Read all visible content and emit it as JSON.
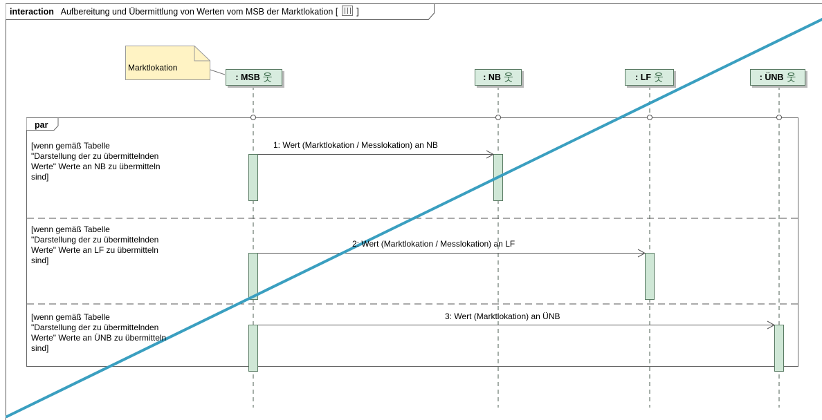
{
  "frame": {
    "keyword": "interaction",
    "title": "Aufbereitung und Übermittlung von Werten vom MSB der Marktlokation",
    "bracket_open": "[",
    "bracket_close": "]"
  },
  "note": {
    "text": "Marktlokation"
  },
  "lifelines": [
    {
      "id": "msb",
      "label": ": MSB"
    },
    {
      "id": "nb",
      "label": ": NB"
    },
    {
      "id": "lf",
      "label": ": LF"
    },
    {
      "id": "unb",
      "label": ": ÜNB"
    }
  ],
  "fragment": {
    "operator": "par",
    "operands": [
      {
        "guard": "[wenn gemäß Tabelle\n\"Darstellung der zu übermittelnden\nWerte\" Werte an NB zu  übermitteln\nsind]"
      },
      {
        "guard": "[wenn gemäß Tabelle\n\"Darstellung der zu übermittelnden\nWerte\" Werte an LF zu  übermitteln\nsind]"
      },
      {
        "guard": "[wenn gemäß Tabelle\n\"Darstellung der zu übermittelnden\nWerte\" Werte an ÜNB zu  übermitteln\nsind]"
      }
    ]
  },
  "messages": [
    {
      "label": "1: Wert (Marktlokation / Messlokation) an NB",
      "from": "msb",
      "to": "nb"
    },
    {
      "label": "2: Wert (Marktlokation / Messlokation) an LF",
      "from": "msb",
      "to": "lf"
    },
    {
      "label": "3: Wert (Marktlokation) an ÜNB",
      "from": "msb",
      "to": "unb"
    }
  ],
  "colors": {
    "lifeline_fill": "#d8ecdf",
    "lifeline_border": "#597a63",
    "note_fill": "#fff3c4",
    "overlay_line": "#3a9fc0"
  }
}
